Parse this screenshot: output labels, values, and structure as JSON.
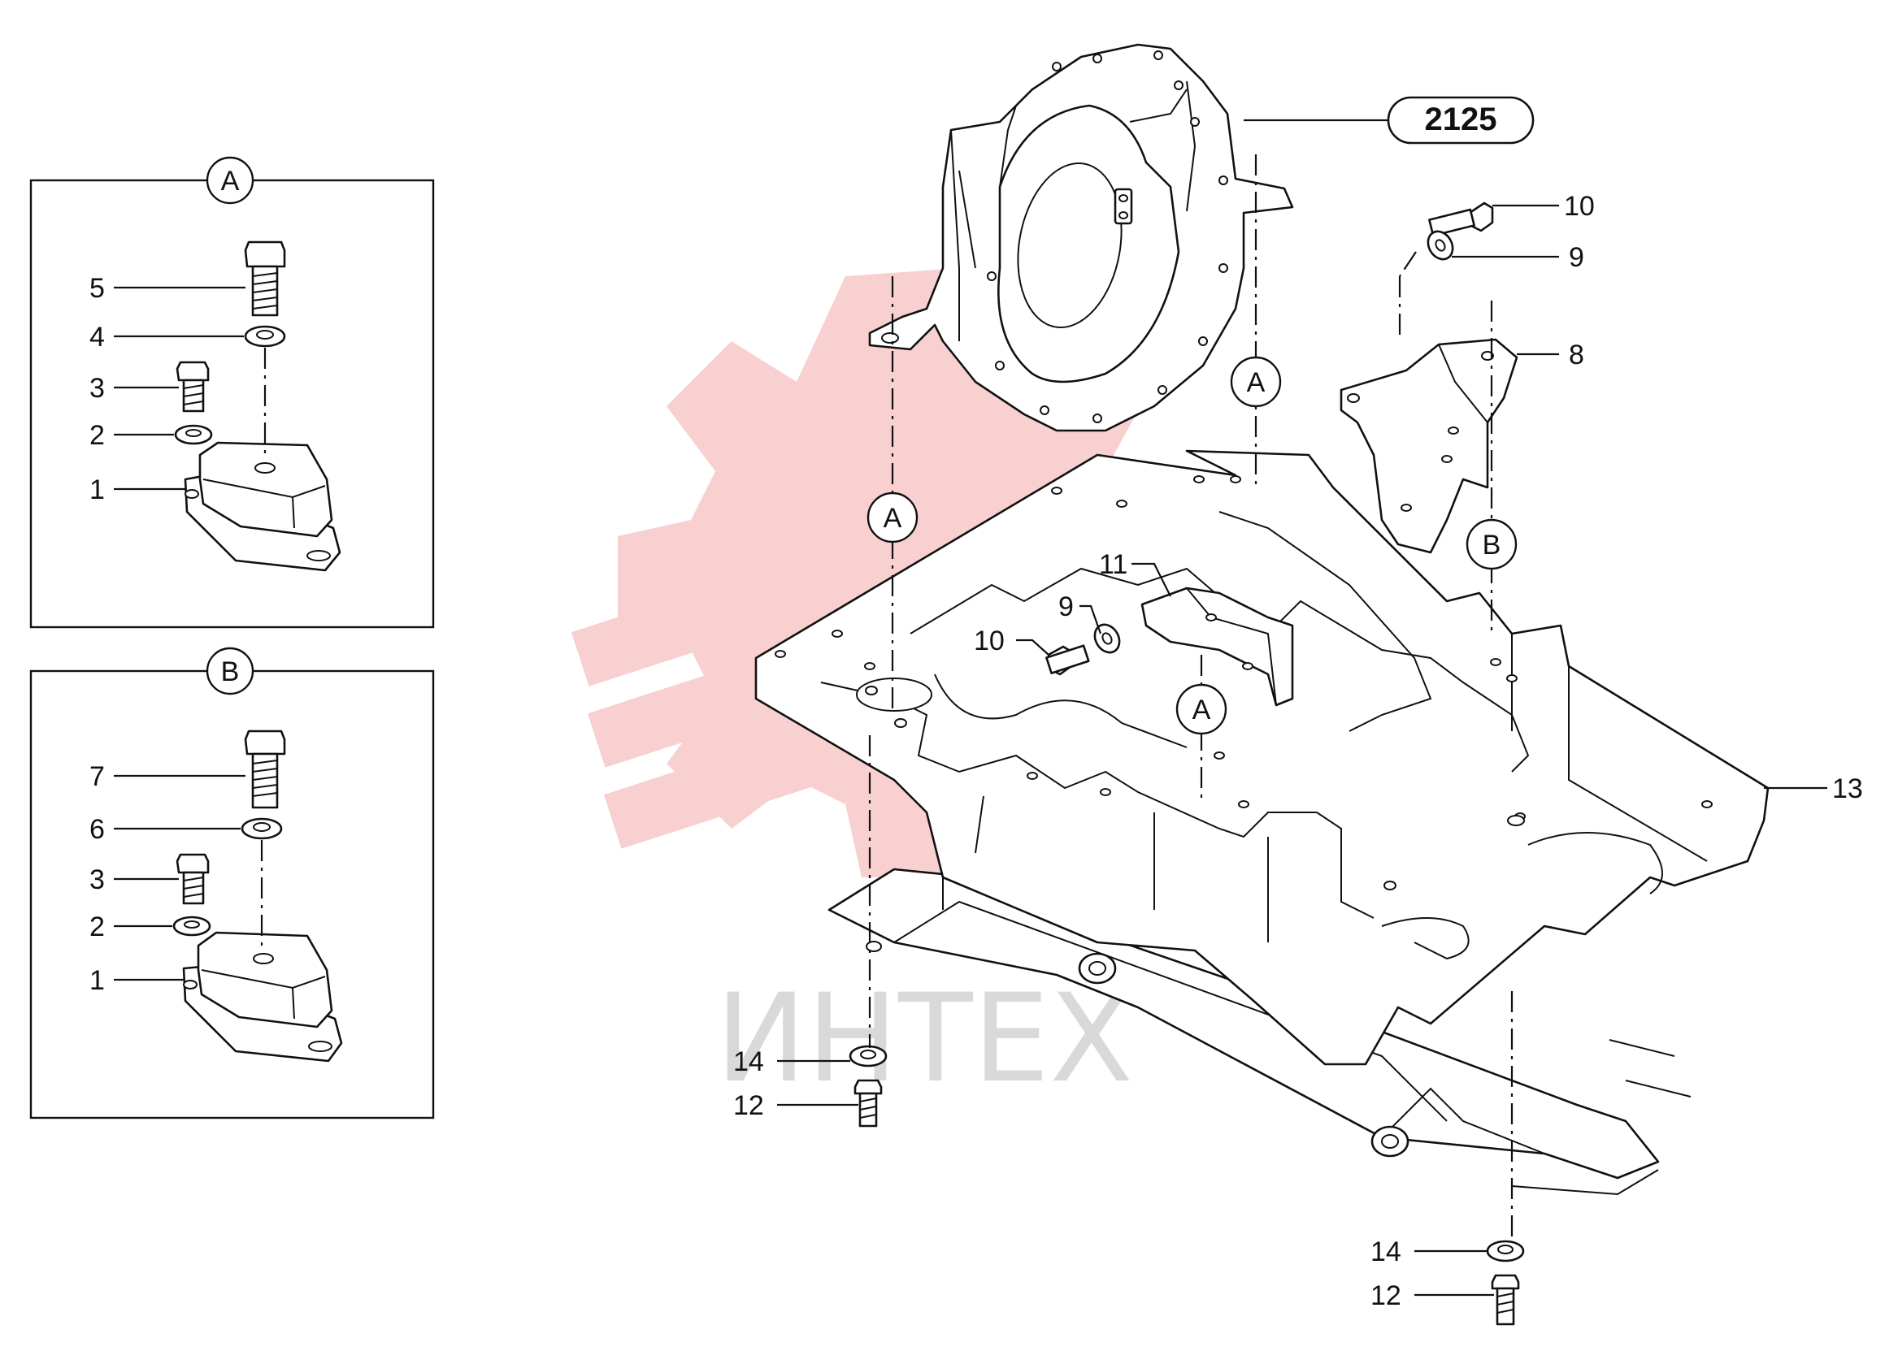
{
  "assembly_number": "2125",
  "watermark": {
    "text": "ИНТЕХ",
    "logo_color": "#f7c8c8",
    "text_color": "#d9d9d9"
  },
  "detail_a": {
    "title": "A",
    "labels": [
      "5",
      "4",
      "3",
      "2",
      "1"
    ]
  },
  "detail_b": {
    "title": "B",
    "labels": [
      "7",
      "6",
      "3",
      "2",
      "1"
    ]
  },
  "callouts": {
    "c10_top": "10",
    "c9_top": "9",
    "c8": "8",
    "c11": "11",
    "c9_mid": "9",
    "c10_mid": "10",
    "c13": "13",
    "c14_left": "14",
    "c12_left": "12",
    "c14_right": "14",
    "c12_right": "12"
  },
  "ref_circles": {
    "a_upper_right": "A",
    "a_left": "A",
    "a_center": "A",
    "b_right": "B"
  }
}
